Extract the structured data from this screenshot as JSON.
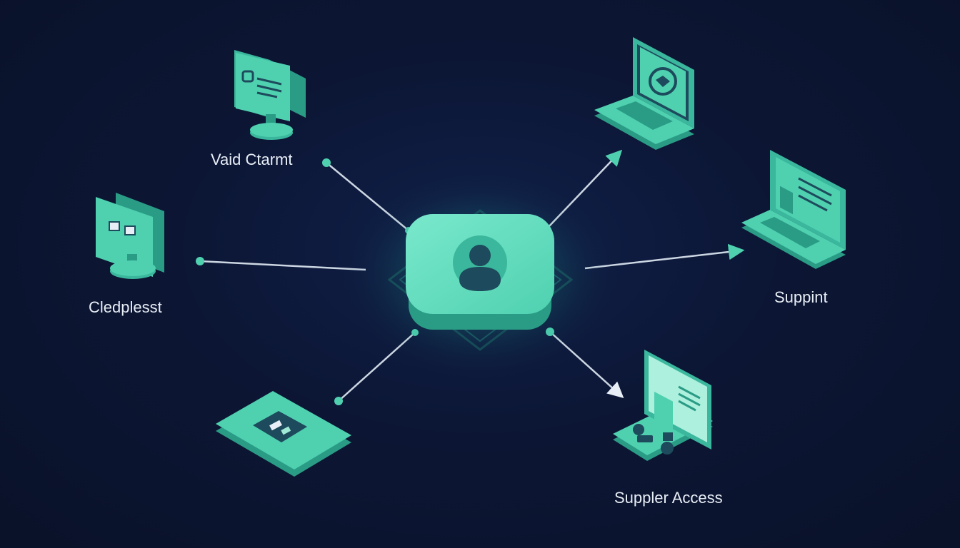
{
  "diagram": {
    "center_node": {
      "icon": "user-icon"
    },
    "nodes": [
      {
        "id": "valid-ctarmt",
        "label": "Vaid Ctarmt",
        "icon": "monitor-icon"
      },
      {
        "id": "cledplesst",
        "label": "Cledplesst",
        "icon": "monitor-icon"
      },
      {
        "id": "tablet",
        "label": "",
        "icon": "tablet-icon"
      },
      {
        "id": "laptop-top",
        "label": "",
        "icon": "laptop-icon"
      },
      {
        "id": "suppint",
        "label": "Suppint",
        "icon": "laptop-icon"
      },
      {
        "id": "suppler-access",
        "label": "Suppler Access",
        "icon": "workstation-icon"
      }
    ]
  },
  "colors": {
    "background": "#0b1430",
    "accent": "#4fd1b0",
    "accent_light": "#7ee6cb",
    "accent_dark": "#2a9c86",
    "line": "#cdd7e3",
    "text": "#e8eef6"
  }
}
